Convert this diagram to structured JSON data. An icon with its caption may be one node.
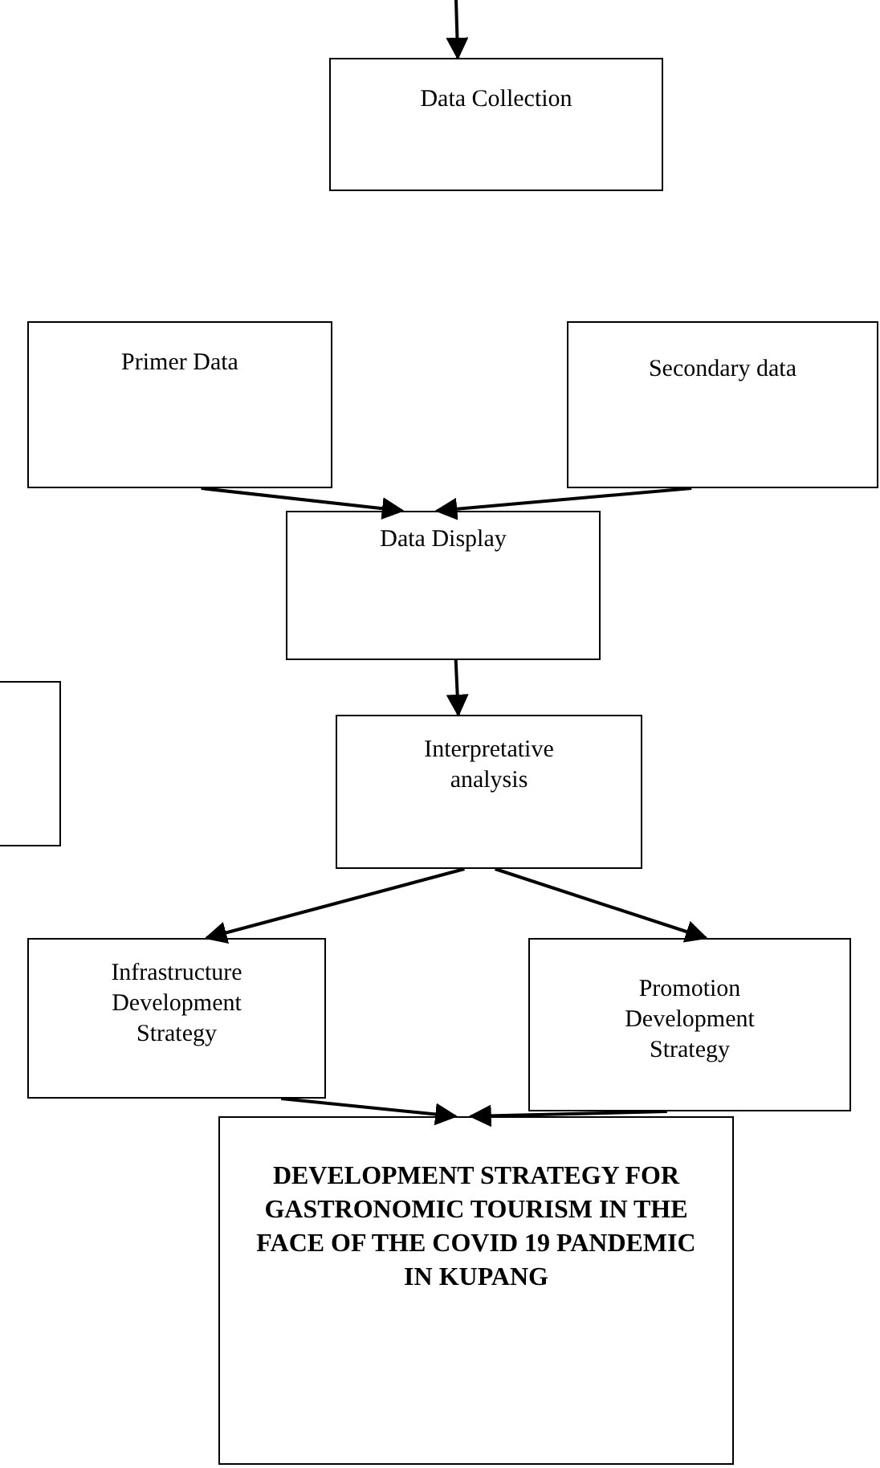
{
  "diagram": {
    "nodes": [
      {
        "text": [
          "Data Collection"
        ]
      },
      {
        "text": [
          "Primer Data"
        ]
      },
      {
        "text": [
          "Secondary data"
        ]
      },
      {
        "text": [
          "Data Display"
        ]
      },
      {
        "text": [],
        "shape": "box"
      },
      {
        "text": [
          "Interpretative analysis"
        ]
      },
      {
        "text": [
          "Infrastructure Development Strategy"
        ]
      },
      {
        "text": [
          "Promotion Development Strategy"
        ]
      },
      {
        "text": [
          "DEVELOPMENT STRATEGY FOR GASTRONOMIC TOURISM IN THE FACE OF THE COVID 19 PANDEMIC IN KUPANG"
        ]
      }
    ],
    "edges": [
      {
        "from": null,
        "to": 0,
        "arrow": "to"
      },
      {
        "from": 1,
        "to": 3,
        "arrow": "to"
      },
      {
        "from": 2,
        "to": 3,
        "arrow": "to"
      },
      {
        "from": 3,
        "to": 5,
        "arrow": "to"
      },
      {
        "from": 5,
        "to": 6,
        "arrow": "to"
      },
      {
        "from": 5,
        "to": 7,
        "arrow": "to"
      },
      {
        "from": 6,
        "to": 8,
        "arrow": "to"
      },
      {
        "from": 7,
        "to": 8,
        "arrow": "to"
      }
    ]
  }
}
